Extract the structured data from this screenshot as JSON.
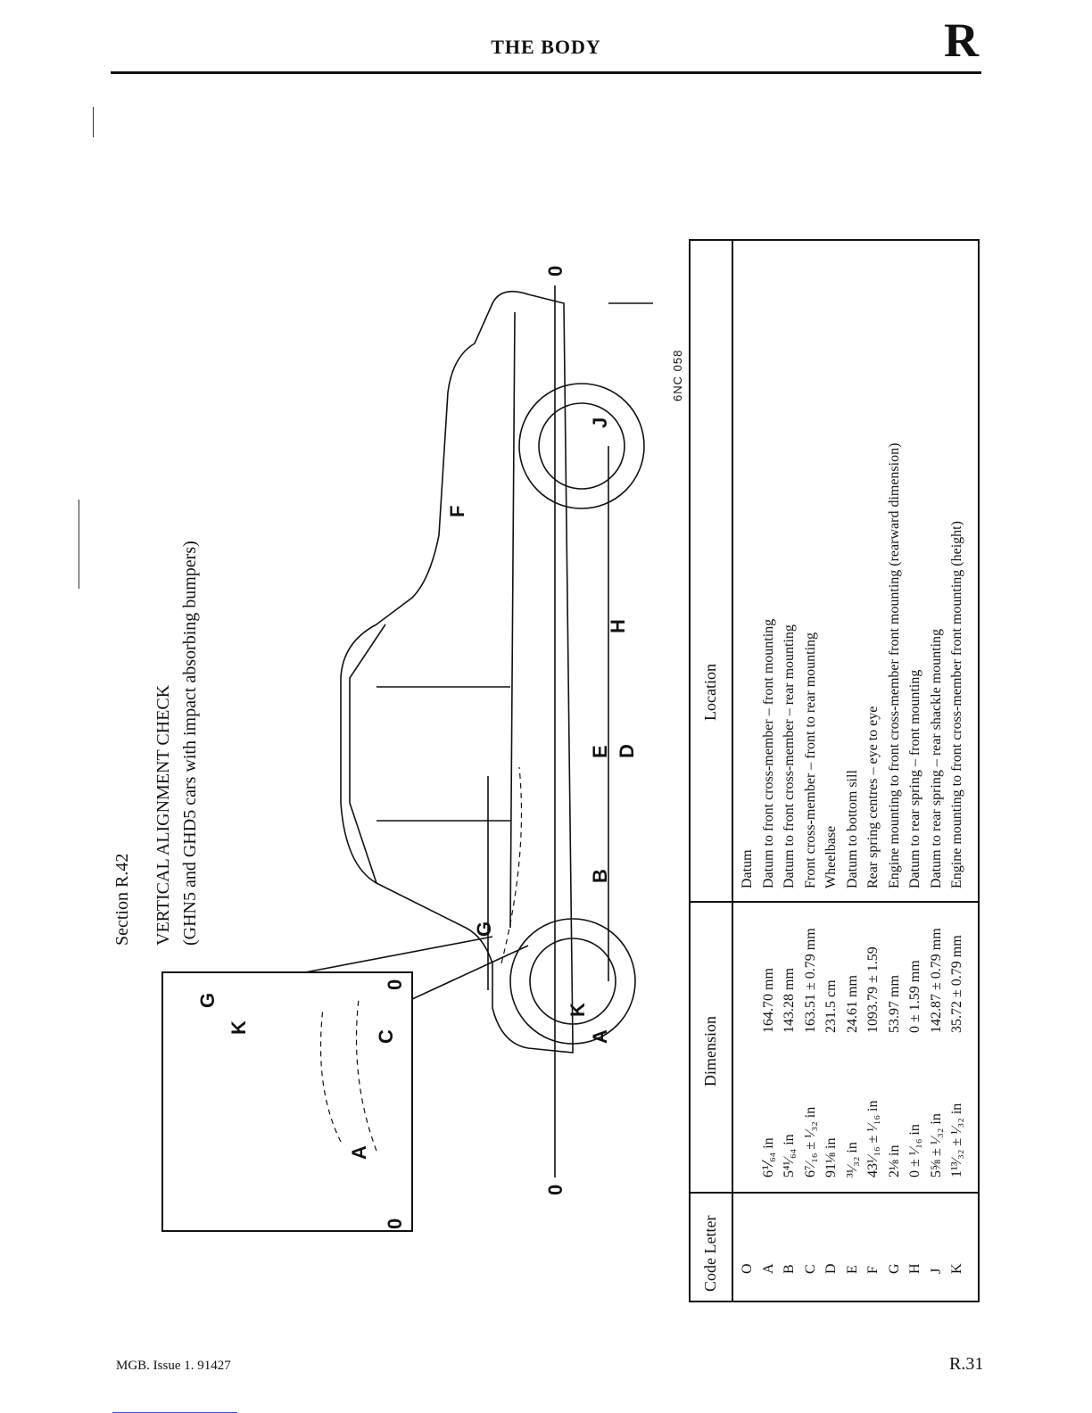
{
  "header": {
    "title": "THE BODY",
    "section_letter": "R"
  },
  "section": {
    "title": "Section R.42",
    "heading": "VERTICAL ALIGNMENT CHECK",
    "subheading": "(GHN5 and GHD5 cars with impact absorbing bumpers)"
  },
  "diagram": {
    "figure_code": "6NC 058",
    "labels": [
      "0",
      "A",
      "B",
      "C",
      "D",
      "E",
      "F",
      "G",
      "H",
      "J",
      "K"
    ]
  },
  "table": {
    "headers": {
      "code": "Code Letter",
      "dimension": "Dimension",
      "location": "Location"
    },
    "rows": [
      {
        "code": "O",
        "imperial": "",
        "metric": "",
        "location": "Datum"
      },
      {
        "code": "A",
        "imperial": "6⅟₆₄ in",
        "metric": "164.70 mm",
        "location": "Datum to front cross-member – front mounting"
      },
      {
        "code": "B",
        "imperial": "5⁴¹⁄₆₄ in",
        "metric": "143.28 mm",
        "location": "Datum to front cross-member – rear mounting"
      },
      {
        "code": "C",
        "imperial": "6⁷⁄₁₆ ± ¹⁄₃₂ in",
        "metric": "163.51 ± 0.79 mm",
        "location": "Front cross-member – front to rear mounting"
      },
      {
        "code": "D",
        "imperial": "91⅛ in",
        "metric": "231.5 cm",
        "location": "Wheelbase"
      },
      {
        "code": "E",
        "imperial": "³¹⁄₃₂ in",
        "metric": "24.61 mm",
        "location": "Datum to bottom sill"
      },
      {
        "code": "F",
        "imperial": "43¹⁄₁₆ ± ¹⁄₁₆ in",
        "metric": "1093.79 ± 1.59",
        "location": "Rear spring centres – eye to eye"
      },
      {
        "code": "G",
        "imperial": "2⅛ in",
        "metric": "53.97 mm",
        "location": "Engine mounting to front cross-member front mounting (rearward dimension)"
      },
      {
        "code": "H",
        "imperial": "0 ± ¹⁄₁₆ in",
        "metric": "0 ± 1.59 mm",
        "location": "Datum to rear spring – front mounting"
      },
      {
        "code": "J",
        "imperial": "5⅝ ± ¹⁄₃₂ in",
        "metric": "142.87 ± 0.79 mm",
        "location": "Datum to rear spring – rear shackle mounting"
      },
      {
        "code": "K",
        "imperial": "1¹³⁄₃₂ ± ¹⁄₃₂ in",
        "metric": "35.72 ± 0.79 mm",
        "location": "Engine mounting to front cross-member front mounting (height)"
      }
    ]
  },
  "footer": {
    "left": "MGB.   Issue 1.   91427",
    "right": "R.31"
  }
}
